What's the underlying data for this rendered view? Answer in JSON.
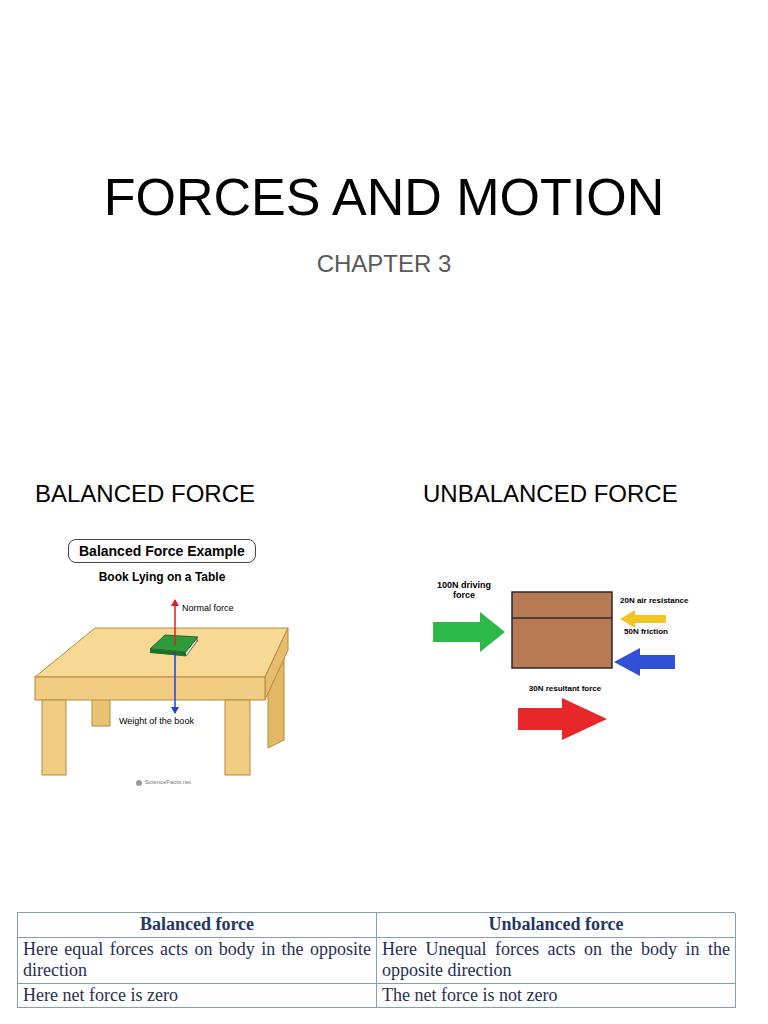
{
  "diagram": {
    "title": "FORCES AND MOTION",
    "nodes": [
      {
        "text": [
          "Balanced Force Example"
        ]
      }
    ],
    "labels": [
      "CHAPTER 3",
      "BALANCED FORCE",
      "UNBALANCED FORCE",
      "Book Lying on a Table",
      "Normal force",
      "Weight of the book",
      "ScienceFacts.net",
      "100N driving force",
      "20N air resistance",
      "50N friction",
      "30N resultant force",
      "Balanced force",
      "Unbalanced force",
      "Here equal forces acts on body in the opposite direction",
      "Here Unequal forces acts on the body in the opposite direction",
      "Here net force is zero",
      "The net force is not zero"
    ]
  }
}
